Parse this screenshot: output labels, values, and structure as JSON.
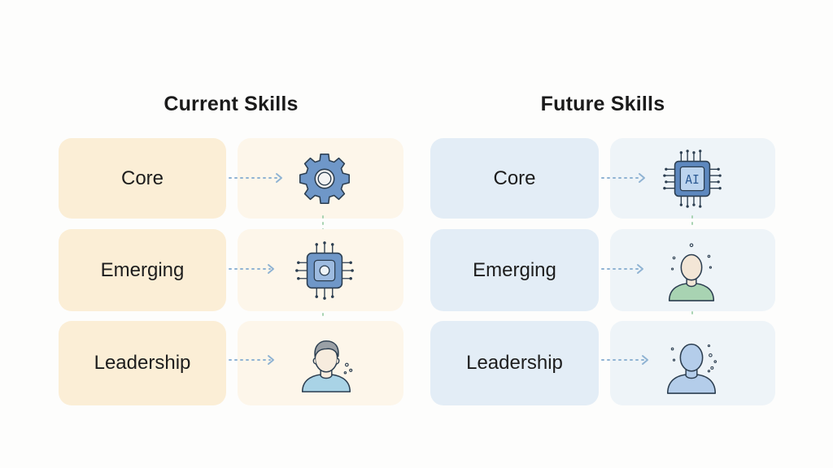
{
  "current": {
    "title": "Current Skills",
    "rows": [
      {
        "label": "Core",
        "icon": "gear-icon"
      },
      {
        "label": "Emerging",
        "icon": "chip-icon"
      },
      {
        "label": "Leadership",
        "icon": "person-icon"
      }
    ]
  },
  "future": {
    "title": "Future Skills",
    "rows": [
      {
        "label": "Core",
        "icon": "ai-chip-icon"
      },
      {
        "label": "Emerging",
        "icon": "person-icon"
      },
      {
        "label": "Leadership",
        "icon": "person-icon"
      }
    ],
    "chip_text": "AI"
  },
  "colors": {
    "current_label_bg": "#fbeed6",
    "current_icon_bg": "#fdf6ea",
    "future_label_bg": "#e3edf6",
    "future_icon_bg": "#eef4f8",
    "icon_blue": "#6f97c8",
    "icon_green": "#a8d3b2",
    "arrow_blue": "#8fb3d3"
  }
}
